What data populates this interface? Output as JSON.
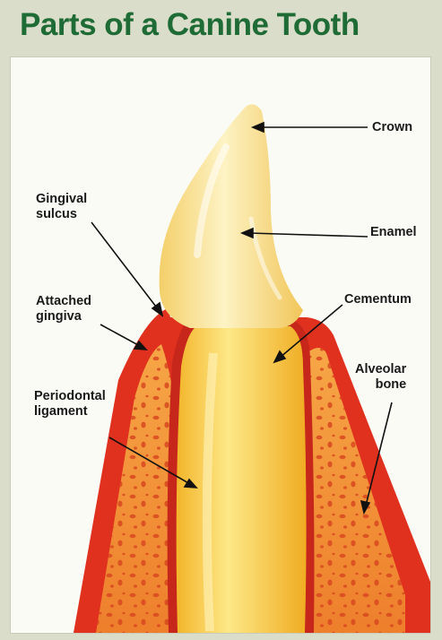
{
  "title": "Parts of a Canine Tooth",
  "labels": {
    "crown": "Crown",
    "enamel": "Enamel",
    "gingival_sulcus": [
      "Gingival",
      "sulcus"
    ],
    "cementum": "Cementum",
    "attached_gingiva": [
      "Attached",
      "gingiva"
    ],
    "alveolar_bone": [
      "Alveolar",
      "bone"
    ],
    "periodontal_ligament": [
      "Periodontal",
      "ligament"
    ]
  },
  "colors": {
    "title": "#1f6b35",
    "gum": "#e0311f",
    "bone": "#f08a33",
    "root": "#f7c93a",
    "crown": "#fbe9a6",
    "arrow": "#111111"
  }
}
